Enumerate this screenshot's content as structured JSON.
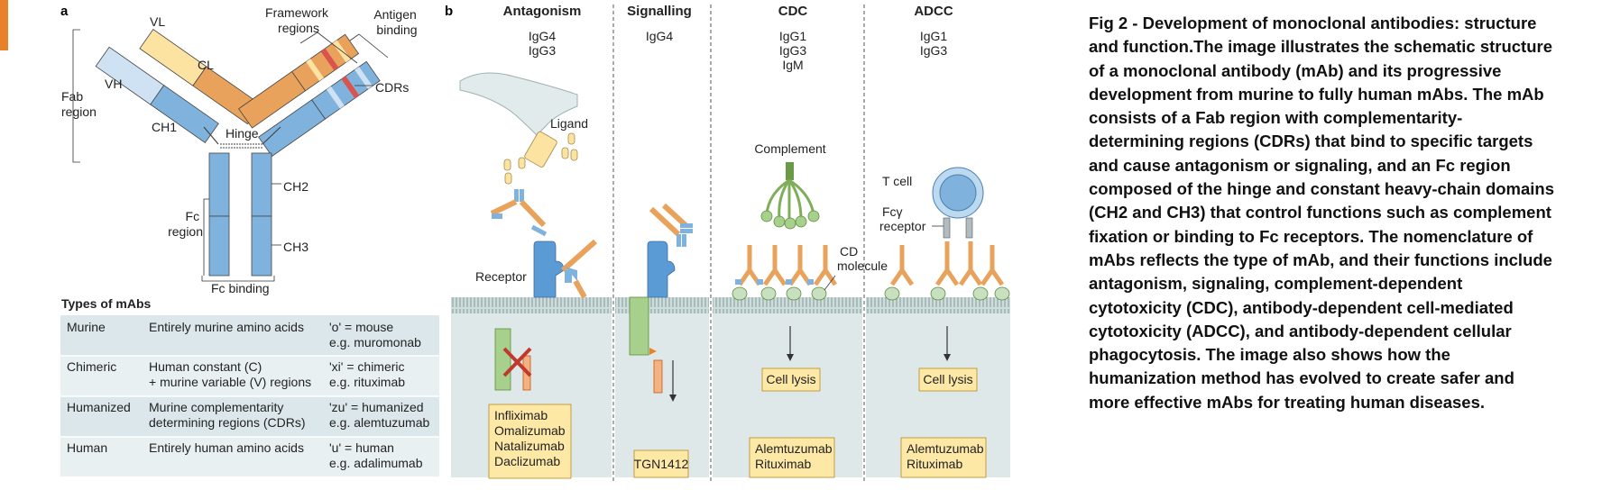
{
  "panel_a": {
    "letter": "a",
    "labels": {
      "vl": "VL",
      "cl": "CL",
      "vh": "VH",
      "ch1": "CH1",
      "ch2": "CH2",
      "ch3": "CH3",
      "framework": [
        "Framework",
        "regions"
      ],
      "antigen": [
        "Antigen",
        "binding"
      ],
      "cdrs": "CDRs",
      "fab": [
        "Fab",
        "region"
      ],
      "hinge": "Hinge",
      "fc": [
        "Fc",
        "region"
      ],
      "fc_binding": "Fc binding"
    },
    "table": {
      "title": "Types of mAbs",
      "rows": [
        {
          "type": "Murine",
          "desc": [
            "Entirely murine amino acids"
          ],
          "suffix": [
            "'o' = mouse",
            "e.g. muromonab"
          ]
        },
        {
          "type": "Chimeric",
          "desc": [
            "Human constant (C)",
            "+ murine variable (V) regions"
          ],
          "suffix": [
            "'xi' = chimeric",
            "e.g. rituximab"
          ]
        },
        {
          "type": "Humanized",
          "desc": [
            "Murine complementarity",
            "determining regions (CDRs)"
          ],
          "suffix": [
            "'zu' = humanized",
            "e.g. alemtuzumab"
          ]
        },
        {
          "type": "Human",
          "desc": [
            "Entirely human amino acids"
          ],
          "suffix": [
            "'u' = human",
            "e.g. adalimumab"
          ]
        }
      ]
    }
  },
  "panel_b": {
    "letter": "b",
    "columns": [
      {
        "title": "Antagonism",
        "isotypes": [
          "IgG4",
          "IgG3"
        ],
        "drugs": [
          "Infliximab",
          "Omalizumab",
          "Natalizumab",
          "Daclizumab"
        ]
      },
      {
        "title": "Signalling",
        "isotypes": [
          "IgG4"
        ],
        "drugs": [
          "TGN1412"
        ]
      },
      {
        "title": "CDC",
        "isotypes": [
          "IgG1",
          "IgG3",
          "IgM"
        ],
        "drugs": [
          "Alemtuzumab",
          "Rituximab"
        ]
      },
      {
        "title": "ADCC",
        "isotypes": [
          "IgG1",
          "IgG3"
        ],
        "drugs": [
          "Alemtuzumab",
          "Rituximab"
        ]
      }
    ],
    "labels": {
      "ligand": "Ligand",
      "receptor": "Receptor",
      "complement": "Complement",
      "cd_molecule": [
        "CD",
        "molecule"
      ],
      "t_cell": "T cell",
      "fc_receptor": [
        "Fcγ",
        "receptor"
      ],
      "cell_lysis": "Cell lysis"
    }
  },
  "caption": "Fig 2 - Development of monoclonal antibodies: structure and function.The image illustrates the schematic structure of a monoclonal antibody (mAb) and its progressive development from murine to fully human mAbs. The mAb consists of a Fab region with complementarity-determining regions (CDRs) that bind to specific targets and cause antagonism or signaling, and an Fc region composed of the hinge and constant heavy-chain domains (CH2 and CH3) that control functions such as complement fixation or binding to Fc receptors. The nomenclature of mAbs reflects the type of mAb, and their functions include antagonism, signaling, complement-dependent cytotoxicity (CDC), antibody-dependent cell-mediated cytotoxicity (ADCC), and antibody-dependent cellular phagocytosis. The image also shows how the humanization method has evolved to create safer and more effective mAbs for treating human diseases.",
  "colors": {
    "heavy_blue": "#7fb3de",
    "light_orange": "#e8a25c",
    "light_yellow": "#fde3a2",
    "cell_bg": "#dfe8e8",
    "box_yellow": "#fde8a6",
    "table_bg": "#dce7eb"
  }
}
